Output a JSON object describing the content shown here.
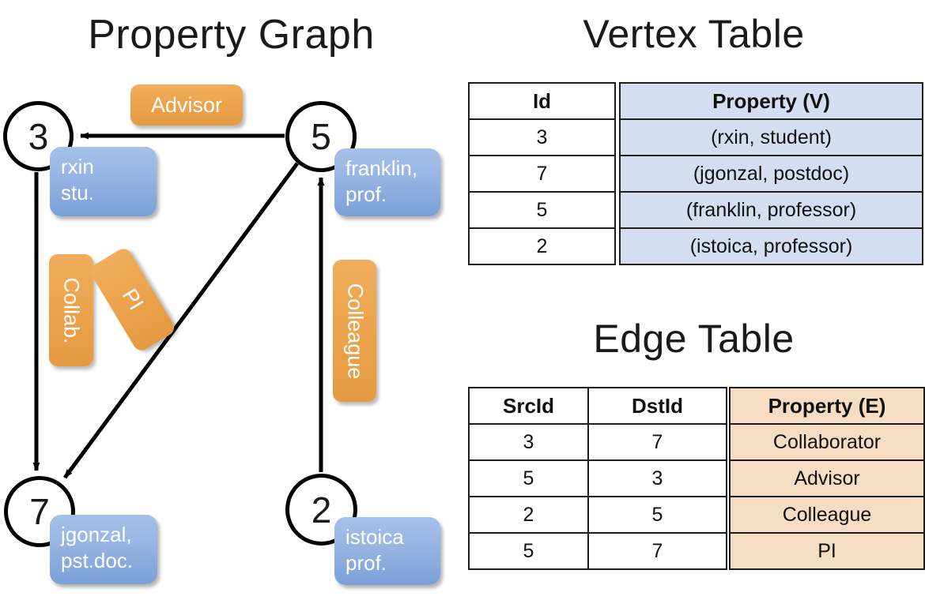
{
  "panels": {
    "graph_title": "Property Graph",
    "vertex_title": "Vertex Table",
    "edge_title": "Edge Table"
  },
  "colors": {
    "vertex_property_fill": "#d4def0",
    "edge_property_fill": "#f5ddc3",
    "node_bubble_blue": "#9ab7e4",
    "edge_label_orange": "#eca44e",
    "stroke": "#000000"
  },
  "graph": {
    "nodes": [
      {
        "id": "3",
        "property_lines": "rxin\nstu."
      },
      {
        "id": "5",
        "property_lines": "franklin,\nprof."
      },
      {
        "id": "7",
        "property_lines": "jgonzal,\npst.doc."
      },
      {
        "id": "2",
        "property_lines": "istoica\nprof."
      }
    ],
    "edge_labels": [
      {
        "name": "advisor",
        "text": "Advisor"
      },
      {
        "name": "collab",
        "text": "Collab."
      },
      {
        "name": "pi",
        "text": "PI"
      },
      {
        "name": "colleague",
        "text": "Colleague"
      }
    ],
    "edges": [
      {
        "src": "5",
        "dst": "3",
        "label": "Advisor"
      },
      {
        "src": "3",
        "dst": "7",
        "label": "Collab."
      },
      {
        "src": "5",
        "dst": "7",
        "label": "PI"
      },
      {
        "src": "2",
        "dst": "5",
        "label": "Colleague"
      }
    ]
  },
  "vertex_table": {
    "headers": [
      "Id",
      "Property (V)"
    ],
    "rows": [
      [
        "3",
        "(rxin, student)"
      ],
      [
        "7",
        "(jgonzal, postdoc)"
      ],
      [
        "5",
        "(franklin, professor)"
      ],
      [
        "2",
        "(istoica, professor)"
      ]
    ]
  },
  "edge_table": {
    "headers": [
      "SrcId",
      "DstId",
      "Property (E)"
    ],
    "rows": [
      [
        "3",
        "7",
        "Collaborator"
      ],
      [
        "5",
        "3",
        "Advisor"
      ],
      [
        "2",
        "5",
        "Colleague"
      ],
      [
        "5",
        "7",
        "PI"
      ]
    ]
  }
}
